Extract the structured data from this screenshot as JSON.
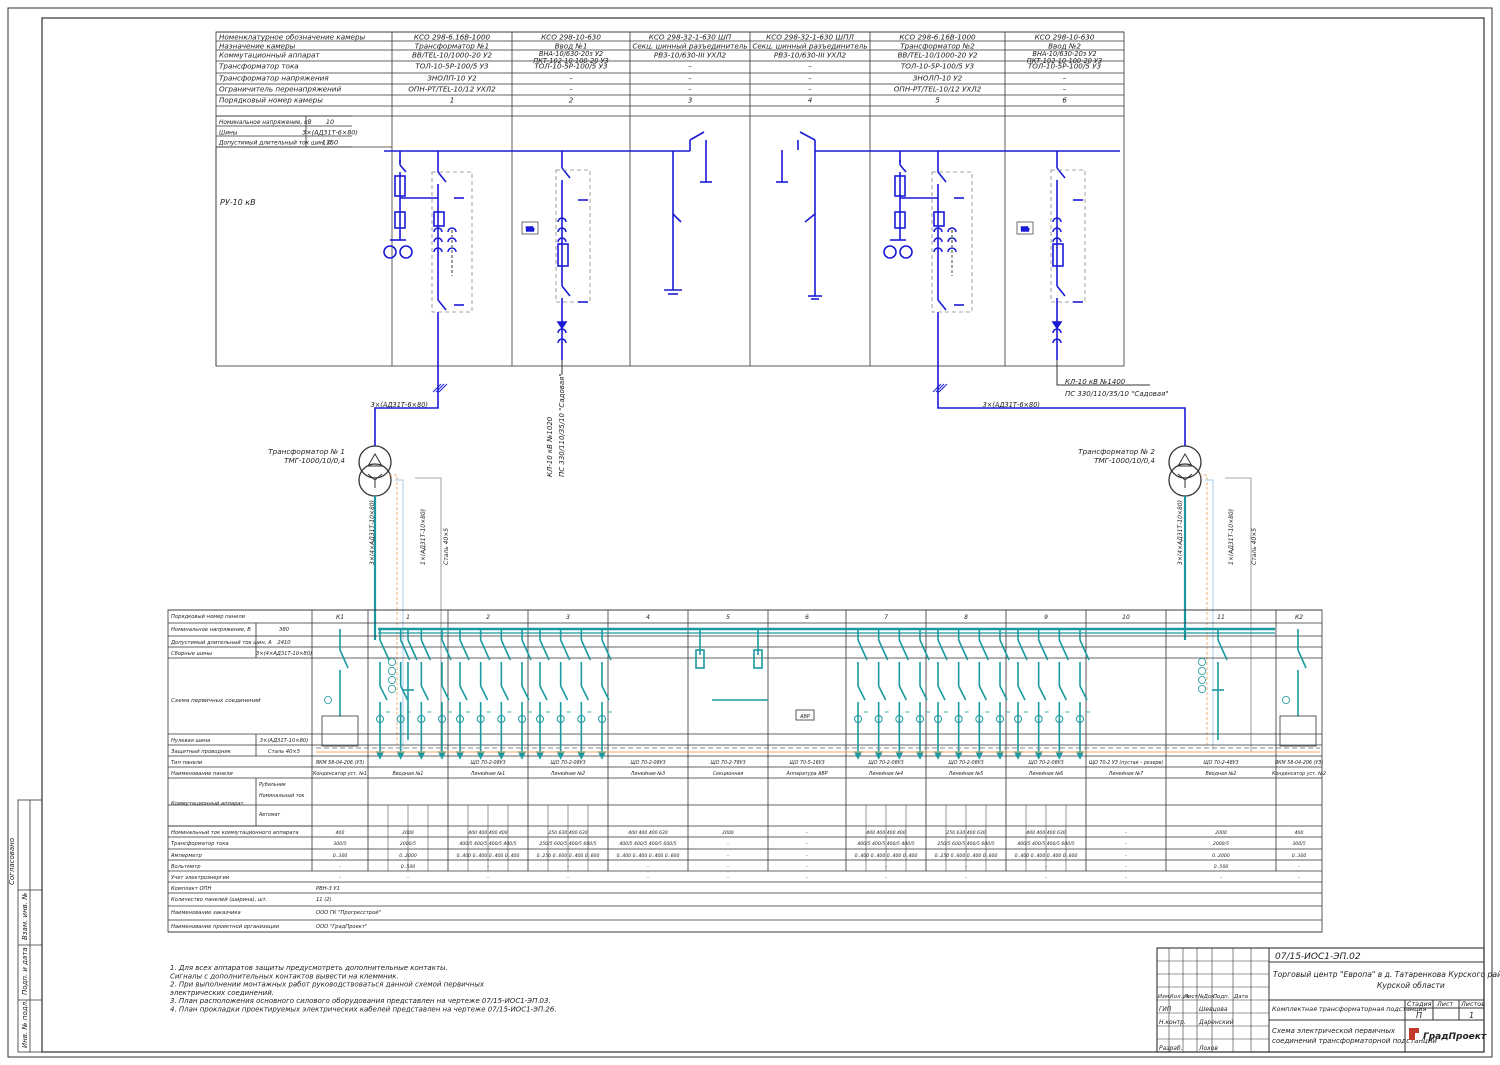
{
  "colors": {
    "hv": "#1a1ad6",
    "lv": "#1a9aa0",
    "frame": "#333333",
    "neutral": "#f0a868",
    "pe": "#9fc8e8",
    "dashed": "#888888"
  },
  "hv_table": {
    "row_labels": [
      "Номенклатурное обозначение камеры",
      "Назначение камеры",
      "Коммутационный аппарат",
      "Трансформатор тока",
      "Трансформатор напряжения",
      "Ограничитель перенапряжений",
      "Порядковый номер камеры"
    ],
    "cells": [
      [
        "КСО 298-6.16В-1000",
        "КСО 298-10-630",
        "КСО 298-32-1-630 ШП",
        "КСО 298-32-1-630 ШПЛ",
        "КСО 298-6.16В-1000",
        "КСО 298-10-630"
      ],
      [
        "Трансформатор №1",
        "Ввод №1",
        "Секц. шинный разъединитель",
        "Секц. шинный разъединитель",
        "Трансформатор №2",
        "Ввод №2"
      ],
      [
        "ВВ/TEL-10/1000-20 У2",
        "ВНА-10/630-20з У2\nПКТ-102-10-100-20 У3",
        "РВЗ-10/630-III УХЛ2",
        "РВЗ-10/630-III УХЛ2",
        "ВВ/TEL-10/1000-20 У2",
        "ВНА-10/630-20з У2\nПКТ-102-10-100-20 У3"
      ],
      [
        "ТОЛ-10-5Р-100/5 У3",
        "ТОЛ-10-5Р-100/5 У3",
        "–",
        "–",
        "ТОЛ-10-5Р-100/5 У3",
        "ТОЛ-10-5Р-100/5 У3"
      ],
      [
        "ЗНОЛП-10 У2",
        "–",
        "–",
        "–",
        "ЗНОЛП-10 У2",
        "–"
      ],
      [
        "ОПН-РТ/TEL-10/12 УХЛ2",
        "–",
        "–",
        "–",
        "ОПН-РТ/TEL-10/12 УХЛ2",
        "–"
      ],
      [
        "1",
        "2",
        "3",
        "4",
        "5",
        "6"
      ]
    ],
    "params": [
      {
        "label": "Номинальное напряжение, кВ",
        "value": "10"
      },
      {
        "label": "Шины",
        "value": "3×(АД31Т-6×80)"
      },
      {
        "label": "Допустимый длительный ток шин, А",
        "value": "1150"
      }
    ],
    "ru_label": "РУ-10 кВ",
    "wh": "Wh"
  },
  "cables": {
    "bus1": "3×(АД31Т-6×80)",
    "bus2": "3×(АД31Т-6×80)",
    "kl1_a": "КЛ-10 кВ №1020",
    "kl1_b": "ПС 330/110/35/10 \"Садовая\"",
    "kl2_a": "КЛ-10 кВ №1400",
    "kl2_b": "ПС 330/110/35/10 \"Садовая\"",
    "lv1": "3×(4×АД31Т-10×80)",
    "lv2": "1×(АД31Т-10×80)",
    "steel": "Сталь 40×5"
  },
  "transformers": [
    {
      "name": "Трансформатор № 1",
      "type": "ТМГ-1000/10/0,4"
    },
    {
      "name": "Трансформатор № 2",
      "type": "ТМГ-1000/10/0,4"
    }
  ],
  "lv_table": {
    "header_rows": [
      {
        "label": "Порядковый номер панели",
        "value": ""
      },
      {
        "label": "Номинальное напряжение, В",
        "value": "380"
      },
      {
        "label": "Допустимый длительный ток шин, А",
        "value": "2410"
      },
      {
        "label": "Сборные шины",
        "value": "3×(4×АД31Т-10×80)"
      }
    ],
    "scheme_label": "Схема первичных соединений",
    "lower_params": [
      {
        "label": "Нулевая шина",
        "value": "3×(АД31Т-10×80)"
      },
      {
        "label": "Защитный проводник",
        "value": "Сталь 40×5"
      }
    ],
    "panel_numbers": [
      "К1",
      "1",
      "2",
      "3",
      "4",
      "5",
      "6",
      "7",
      "8",
      "9",
      "10",
      "11",
      "К2"
    ],
    "avr": "АВР",
    "rows": [
      {
        "label": "Тип панели",
        "cells": [
          "ЯКМ 58-04-206 (УЗ)",
          "",
          "ЩО 70-2-08У3",
          "ЩО 70-2-08У3",
          "ЩО 70-2-08У3",
          "ЩО 70-2-78У3",
          "ЩО 70-5-16У3",
          "ЩО 70-2-08У3",
          "ЩО 70-2-08У3",
          "ЩО 70-2-08У3",
          "ЩО 70-2 УЗ (пустая – резерв)",
          "ЩО 70-2-48У3",
          "ЯКМ 58-04-206 (УЗ)"
        ]
      },
      {
        "label": "Наименование панели",
        "cells": [
          "Конденсатор уст. №1",
          "Вводная №1",
          "Линейная №1",
          "Линейная №2",
          "Линейная №3",
          "Секционная",
          "Аппаратура АВР",
          "Линейная №4",
          "Линейная №5",
          "Линейная №6",
          "Линейная №7",
          "Вводная №2",
          "Конденсатор уст. №2"
        ]
      }
    ],
    "komm_label": "Коммутационный аппарат",
    "komm_sub": [
      "Рубильник",
      "Номинальный ток",
      "Автомат"
    ],
    "bottom_rows": [
      {
        "label": "Номинальный ток коммутационного аппарата",
        "cells": [
          "400",
          "2000",
          "400  400  400  400",
          "250  630  400  630",
          "400  400  400  630",
          "2000",
          "–",
          "400  400  400  400",
          "250  630  400  630",
          "400  400  400  630",
          "–",
          "2000",
          "400"
        ]
      },
      {
        "label": "Трансформатор тока",
        "cells": [
          "300/5",
          "2000/5",
          "400/5  400/5  400/5  400/5",
          "250/5  600/5  400/5  600/5",
          "400/5  400/5  400/5  600/5",
          "–",
          "–",
          "400/5  400/5  400/5  400/5",
          "250/5  600/5  400/5  600/5",
          "400/5  400/5  400/5  600/5",
          "–",
          "2000/5",
          "300/5"
        ]
      },
      {
        "label": "Амперметр",
        "cells": [
          "0..300",
          "0..2000",
          "0..400 0..400 0..400 0..400",
          "0..250 0..600 0..400 0..600",
          "0..400 0..400 0..400 0..600",
          "–",
          "–",
          "0..400 0..400 0..400 0..400",
          "0..250 0..600 0..400 0..600",
          "0..400 0..400 0..400 0..600",
          "–",
          "0..2000",
          "0..300"
        ]
      },
      {
        "label": "Вольтметр",
        "cells": [
          "–",
          "0..500",
          "–",
          "–",
          "–",
          "–",
          "–",
          "–",
          "–",
          "–",
          "–",
          "0..500",
          "–"
        ]
      },
      {
        "label": "Учет электроэнергии",
        "cells": [
          "–",
          "–",
          "–",
          "–",
          "–",
          "–",
          "–",
          "–",
          "–",
          "–",
          "–",
          "–",
          "–"
        ]
      },
      {
        "label": "Комплект ОПН",
        "cells": [
          "РВН-3 У1"
        ]
      },
      {
        "label": "Количество панелей (ширина), шт.",
        "cells": [
          "11 (2)"
        ]
      },
      {
        "label": "Наименование заказчика",
        "cells": [
          "ООО ГК \"Прогресcтрой\""
        ]
      },
      {
        "label": "Наименование проектной организации",
        "cells": [
          "ООО \"ГрадПроект\""
        ]
      }
    ]
  },
  "notes": [
    "1. Для всех аппаратов защиты предусмотреть дополнительные контакты.",
    "   Сигналы с дополнительных контактов вывести на клеммник.",
    "2. При выполнении монтажных работ руководствоваться данной схемой первичных",
    "   электрических соединений.",
    "3. План расположения основного силового оборудования представлен на чертеже 07/15-ИОС1-ЭП.03.",
    "4. План прокладки проектируемых электрических кабелей представлен на чертеже 07/15-ИОС1-ЭП.26."
  ],
  "stamp": {
    "code": "07/15-ИОС1-ЭП.02",
    "title1": "Торговый центр \"Европа\" в д. Татаренкова Курского района",
    "title2": "Курской области",
    "object": "Комплектная трансформаторная подстанция",
    "sheet_title1": "Схема электрической первичных",
    "sheet_title2": "соединений трансформаторной подстанции",
    "cols": [
      "Изм.",
      "Кол.уч",
      "Лист",
      "№Док.",
      "Подп.",
      "Дата"
    ],
    "people": [
      {
        "role": "ГИП",
        "name": "Шевцова"
      },
      {
        "role": "Н.контр.",
        "name": "Даренский"
      },
      {
        "role": "Разраб.",
        "name": "Лохов"
      }
    ],
    "stage_hdr": "Стадия",
    "sheet_hdr": "Лист",
    "sheets_hdr": "Листов",
    "stage": "П",
    "sheet": "",
    "sheets": "1",
    "logo": "ГрадПроект"
  },
  "side_stamp": [
    "Согласовано",
    "Взам. инв. №",
    "Подп. и дата",
    "Инв. № подл."
  ]
}
